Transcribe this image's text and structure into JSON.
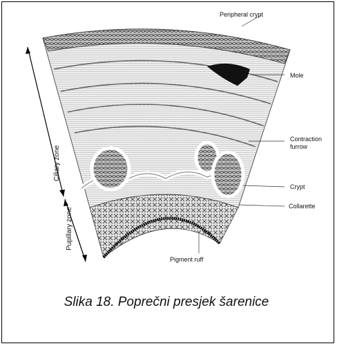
{
  "labels": {
    "peripheral_crypt": "Peripheral crypt",
    "mole": "Mole",
    "contraction_furrow_line1": "Contraction",
    "contraction_furrow_line2": "furrow",
    "crypt": "Crypt",
    "collarette": "Collarette",
    "pigment_ruff": "Pigment ruff",
    "ciliary_zone": "Ciliary zone",
    "pupillary_zone": "Pupillary zone"
  },
  "caption": "Slika 18. Poprečni presjek šarenice"
}
